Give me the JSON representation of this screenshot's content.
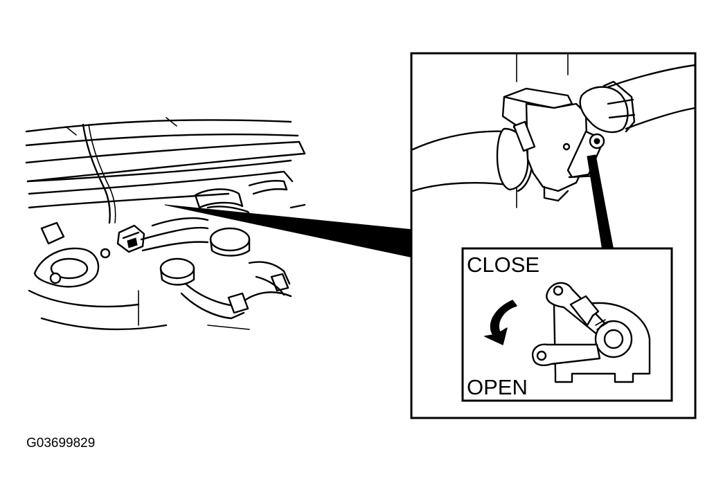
{
  "figure_id": "G03699829",
  "detail_labels": {
    "close": "CLOSE",
    "open": "OPEN"
  },
  "icons": [
    "rotate-arrow-icon"
  ]
}
